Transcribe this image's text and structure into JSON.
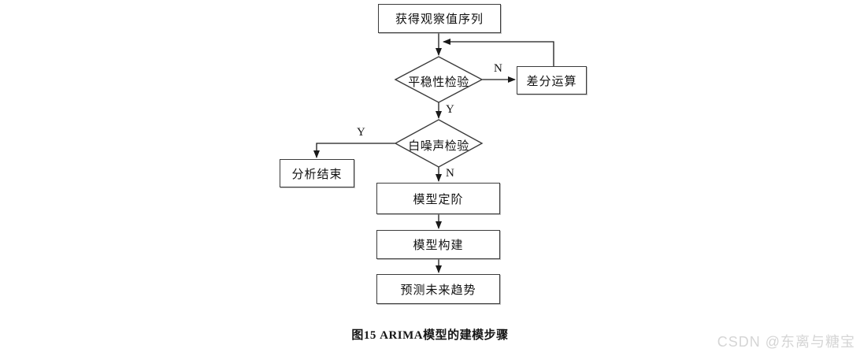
{
  "diagram": {
    "nodes": {
      "obtain": {
        "label": "获得观察值序列"
      },
      "stationarity": {
        "label": "平稳性检验"
      },
      "diff": {
        "label": "差分运算"
      },
      "whitenoise": {
        "label": "白噪声检验"
      },
      "end": {
        "label": "分析结束"
      },
      "order": {
        "label": "模型定阶"
      },
      "build": {
        "label": "模型构建"
      },
      "predict": {
        "label": "预测未来趋势"
      }
    },
    "edge_labels": {
      "stationarity_no": "N",
      "stationarity_yes": "Y",
      "whitenoise_yes": "Y",
      "whitenoise_no": "N"
    }
  },
  "caption": "图15 ARIMA模型的建模步骤",
  "watermark": "CSDN @东离与糖宝",
  "colors": {
    "background": "#ffffff",
    "line": "#1a1a1a",
    "node_border": "#3c3c3c",
    "text": "#111111",
    "watermark": "#d5d5d5"
  }
}
